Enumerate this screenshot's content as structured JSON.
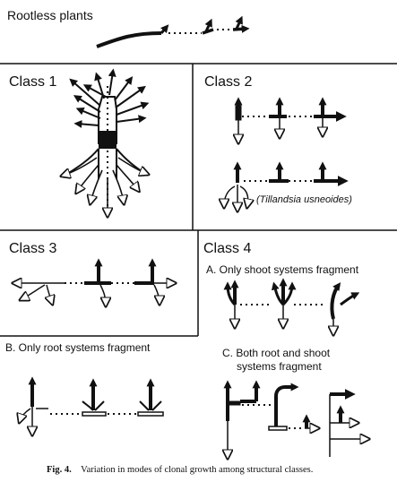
{
  "rootless": {
    "title": "Rootless plants"
  },
  "classes": {
    "c1": {
      "title": "Class 1"
    },
    "c2": {
      "title": "Class 2",
      "note": "(Tillandsia usneoides)"
    },
    "c3": {
      "title": "Class 3"
    },
    "c4": {
      "title": "Class 4",
      "a": "A. Only shoot systems fragment"
    }
  },
  "panel_b": {
    "title": "B. Only root systems fragment"
  },
  "panel_c": {
    "title_line1": "C. Both root and shoot",
    "title_line2": "systems fragment"
  },
  "caption": {
    "label": "Fig. 4.",
    "text": "Variation in modes of clonal growth among structural classes."
  }
}
